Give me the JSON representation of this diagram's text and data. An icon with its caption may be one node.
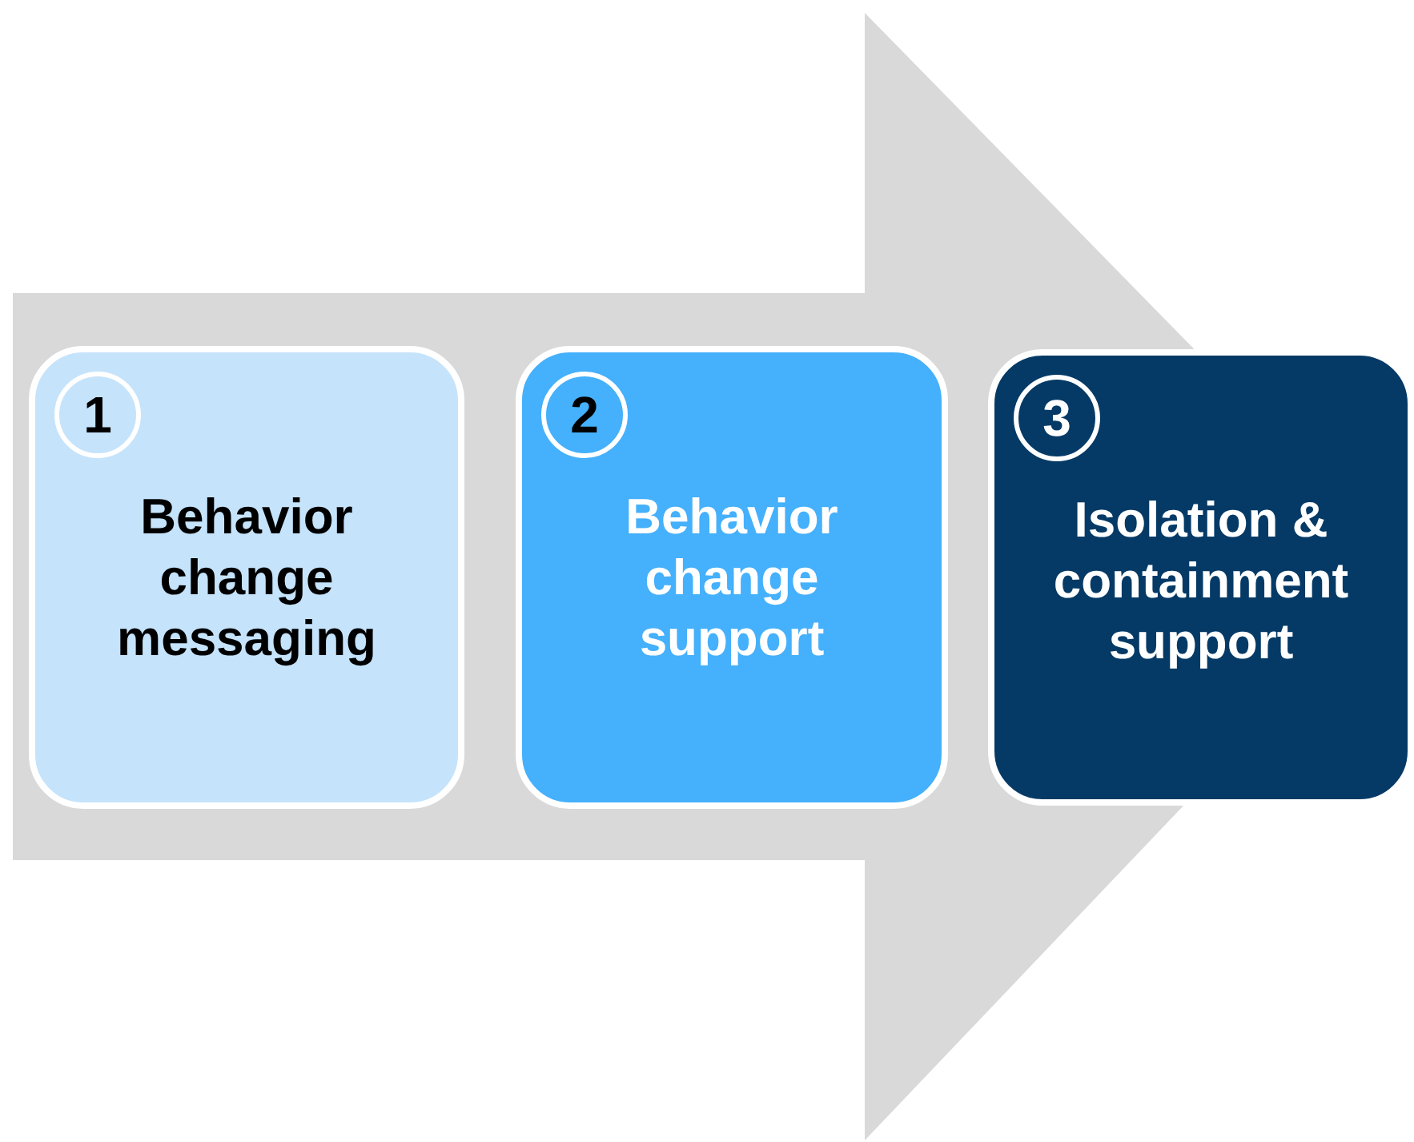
{
  "diagram": {
    "nodes": [
      {
        "text": [
          "1",
          "Behavior change messaging"
        ]
      },
      {
        "text": [
          "2",
          "Behavior change support"
        ]
      },
      {
        "text": [
          "3",
          "Isolation & containment support"
        ]
      }
    ],
    "edges": [
      {
        "from": 0,
        "to": 2,
        "arrow": "to"
      }
    ]
  }
}
